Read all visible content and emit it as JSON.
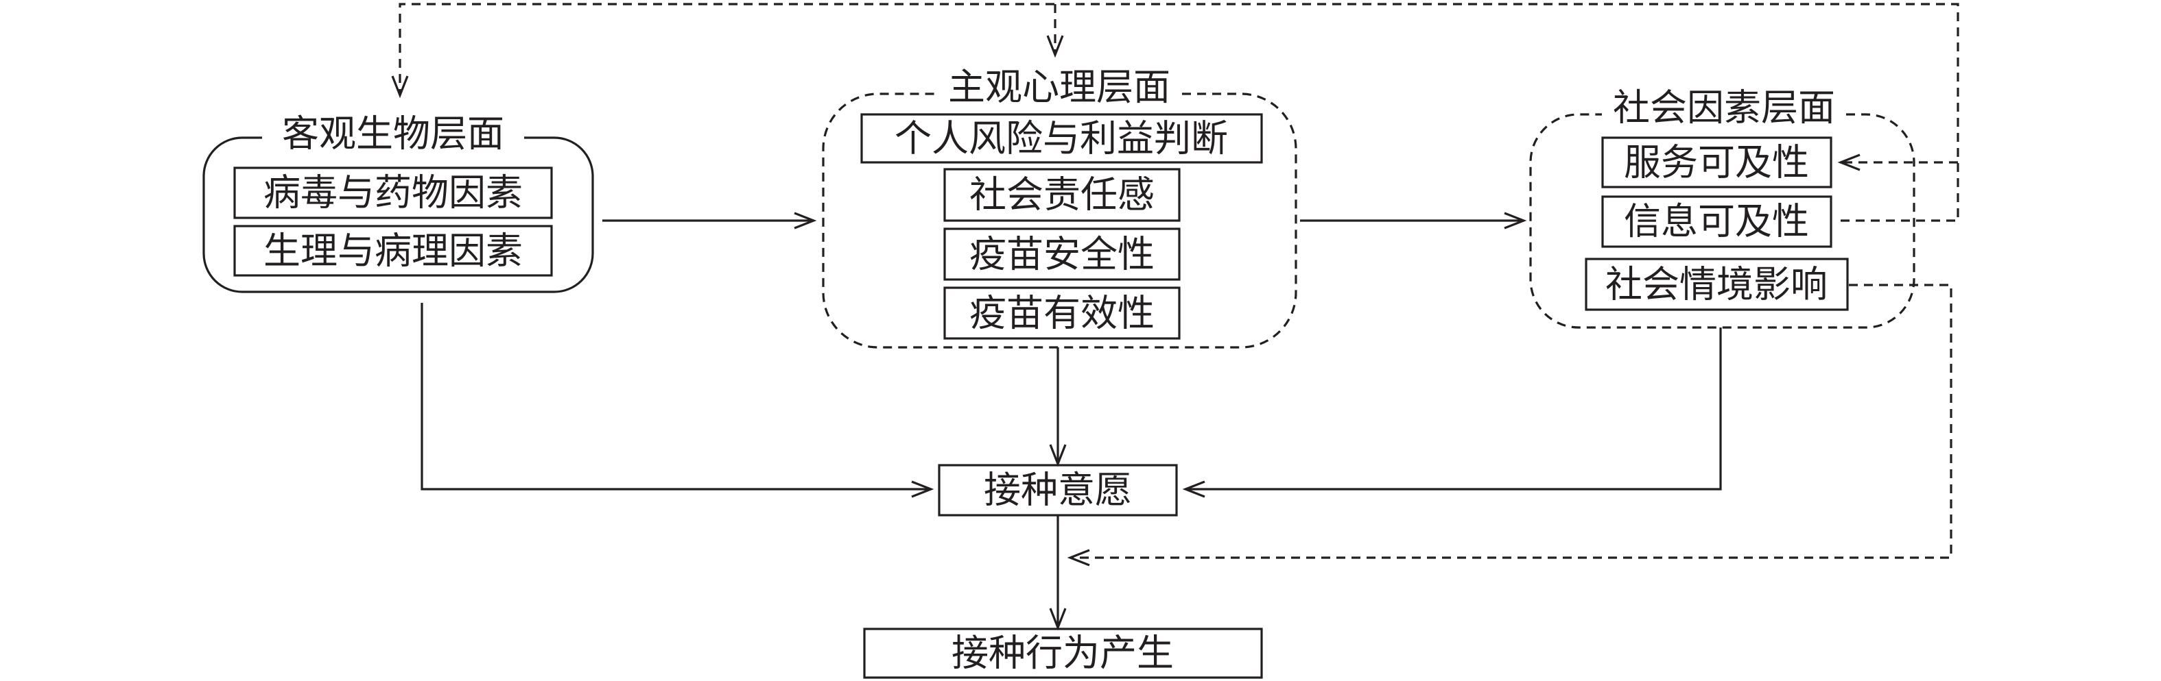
{
  "colors": {
    "line": "#231f20",
    "background": "#ffffff"
  },
  "groups": {
    "biological": {
      "title": "客观生物层面",
      "items": [
        "病毒与药物因素",
        "生理与病理因素"
      ]
    },
    "psychological": {
      "title": "主观心理层面",
      "items": [
        "个人风险与利益判断",
        "社会责任感",
        "疫苗安全性",
        "疫苗有效性"
      ]
    },
    "social": {
      "title": "社会因素层面",
      "items": [
        "服务可及性",
        "信息可及性",
        "社会情境影响"
      ]
    }
  },
  "nodes": {
    "intention": "接种意愿",
    "behavior": "接种行为产生"
  }
}
